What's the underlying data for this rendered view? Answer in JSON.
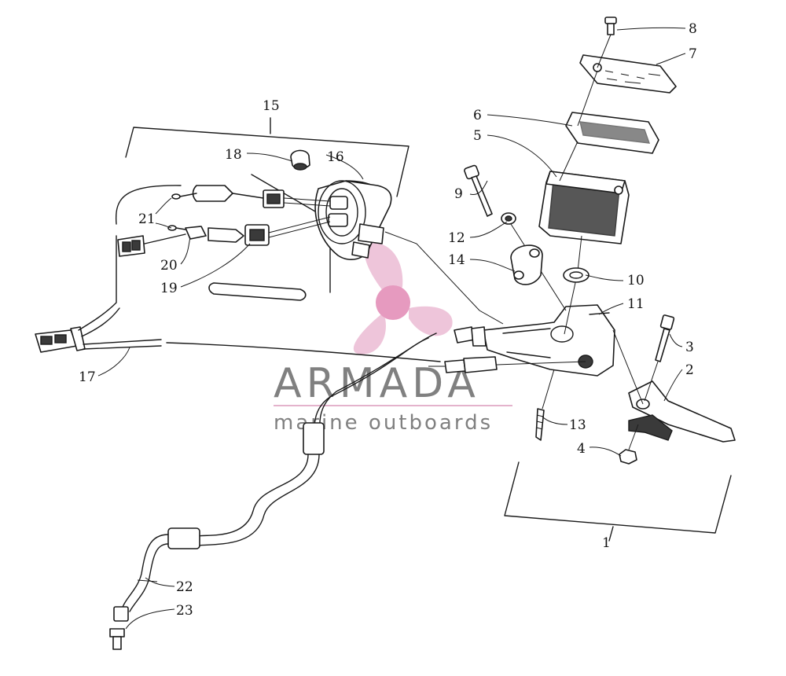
{
  "watermark": {
    "brand": "ARMADA",
    "tagline": "marine outboards",
    "color": "#e0a6c4"
  },
  "callouts": [
    "1",
    "2",
    "3",
    "4",
    "5",
    "6",
    "7",
    "8",
    "9",
    "10",
    "11",
    "12",
    "13",
    "14",
    "15",
    "16",
    "17",
    "18",
    "19",
    "20",
    "21",
    "22",
    "23"
  ]
}
